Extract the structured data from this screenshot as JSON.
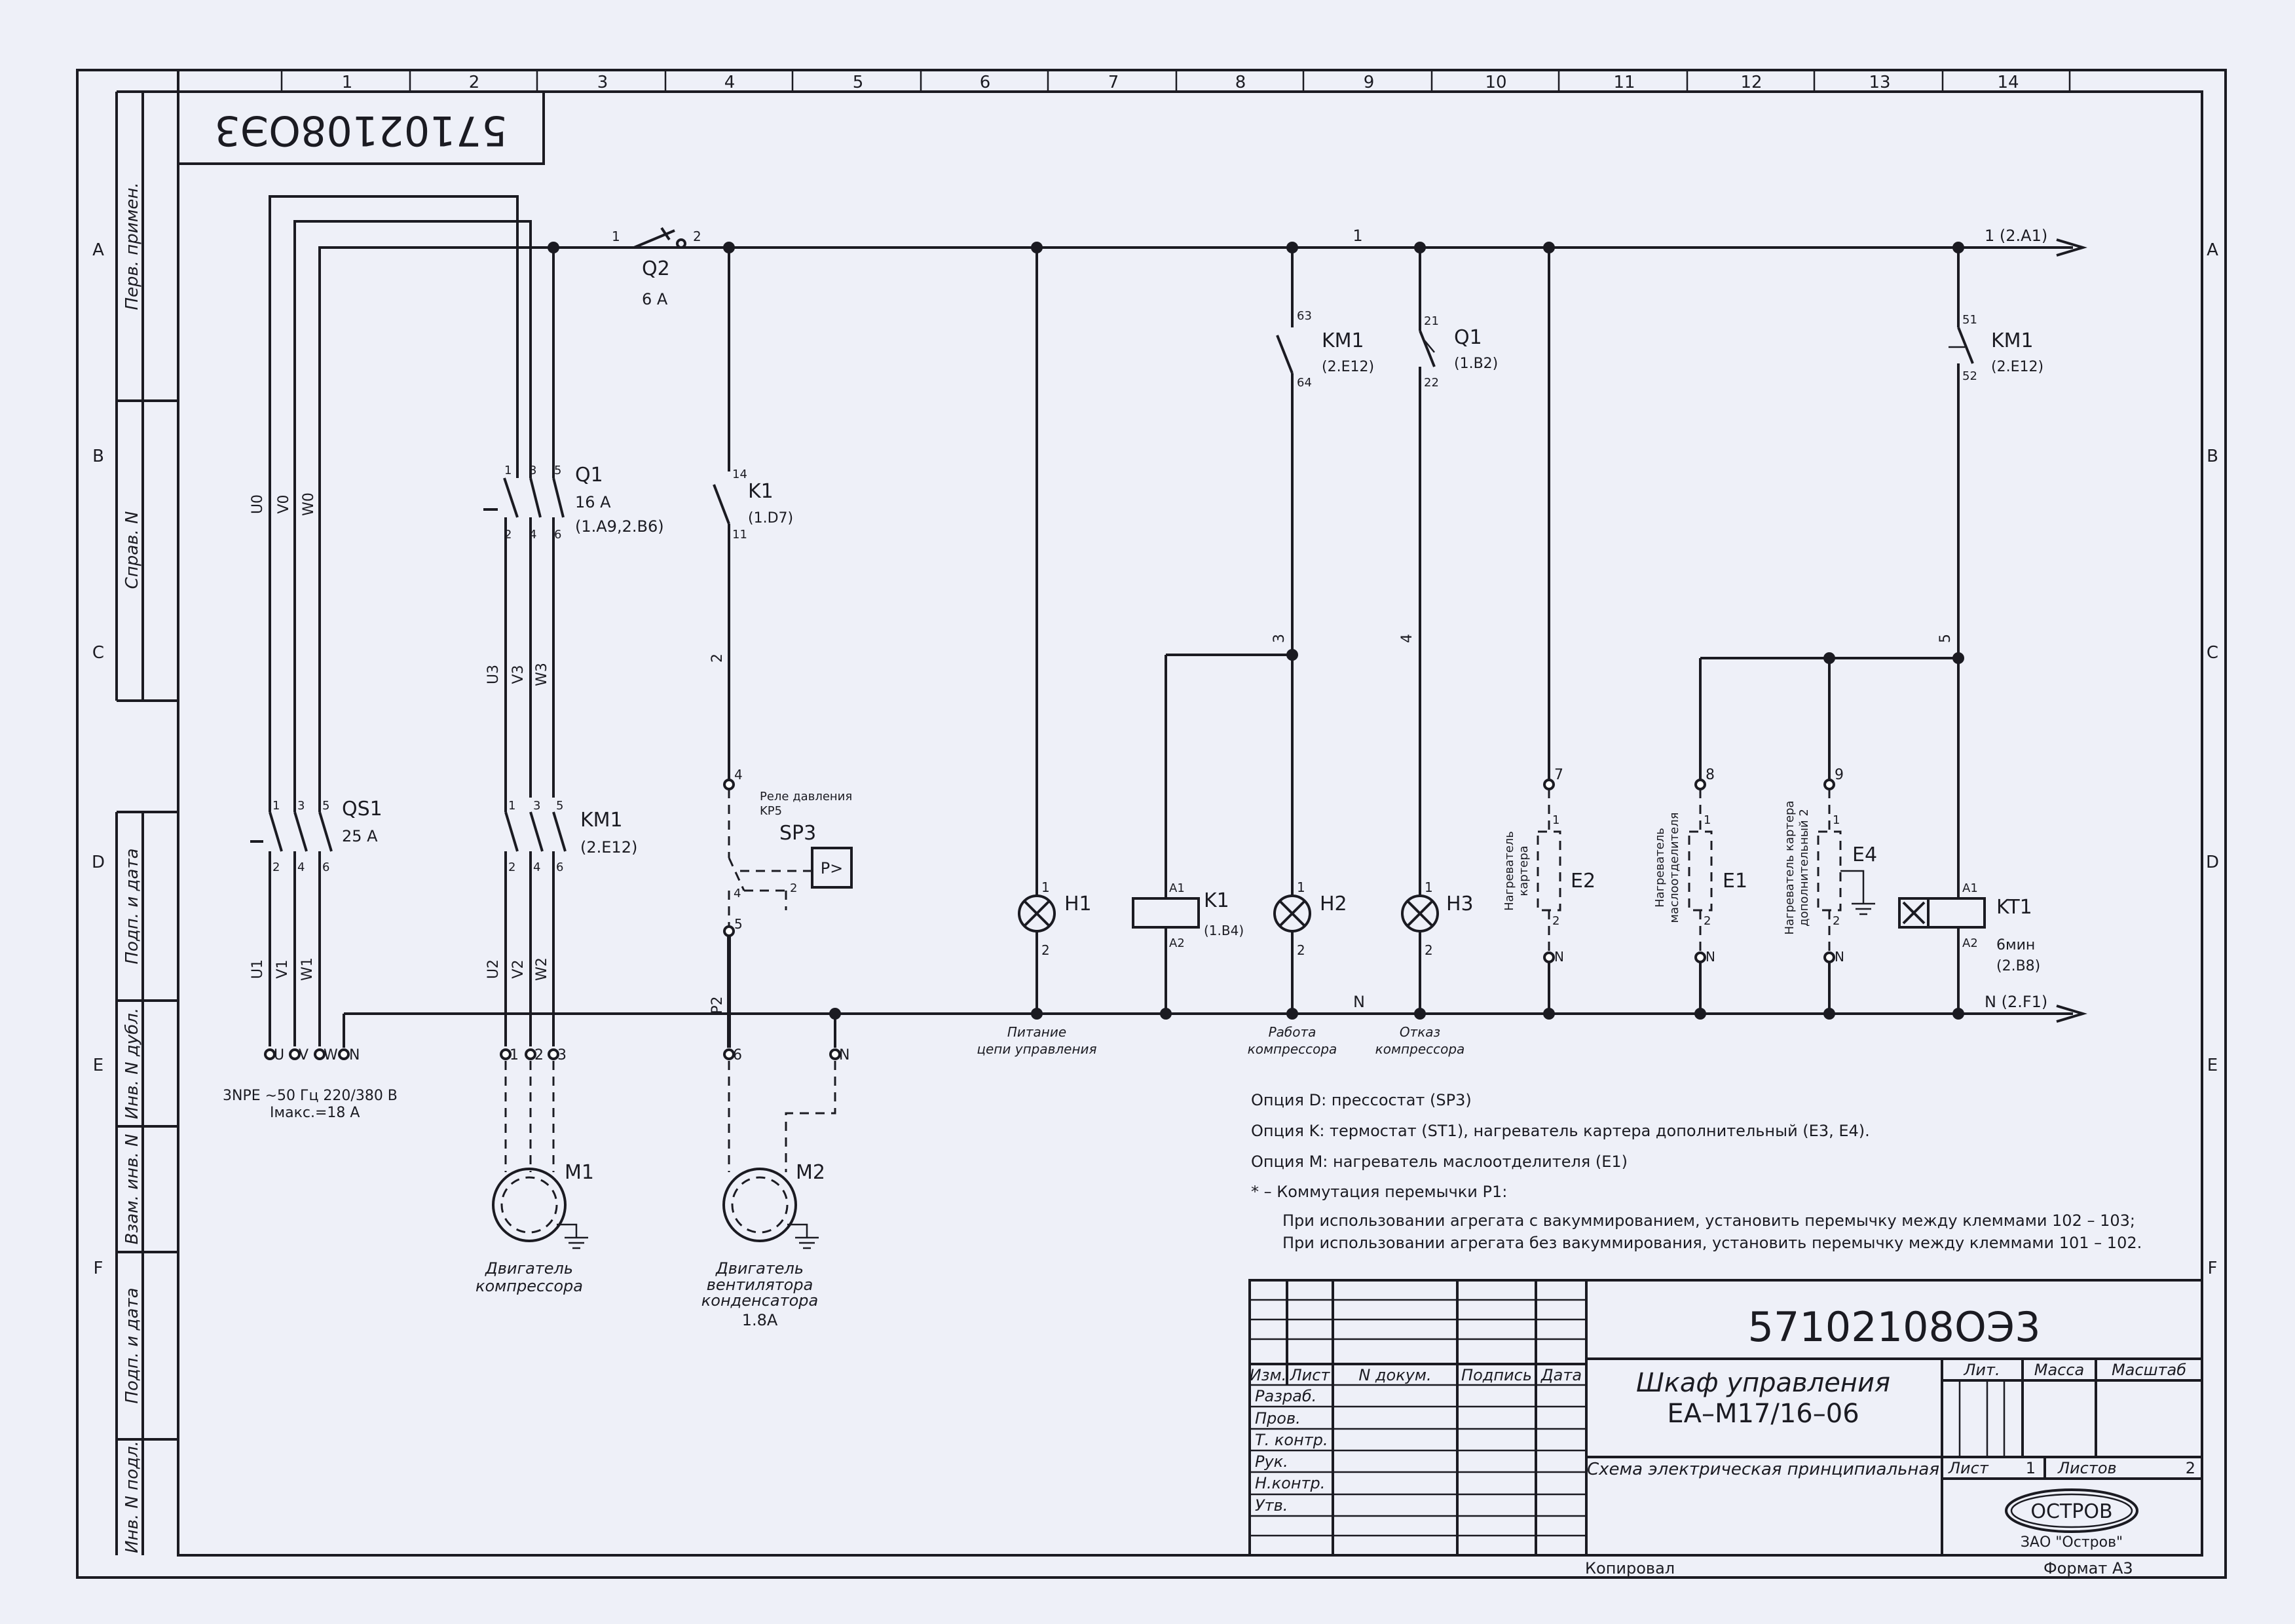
{
  "doc_number": "57102108ОЭ3",
  "grid": {
    "columns": [
      "1",
      "2",
      "3",
      "4",
      "5",
      "6",
      "7",
      "8",
      "9",
      "10",
      "11",
      "12",
      "13",
      "14"
    ],
    "rows": [
      "A",
      "B",
      "C",
      "D",
      "E",
      "F"
    ]
  },
  "margin_stamp": {
    "perv_primen": "Перв. примен.",
    "sprav_n": "Справ. N",
    "podp_data_1": "Подп. и дата",
    "inv_n_dubl": "Инв. N дубл.",
    "vzam_inv_n": "Взам. инв. N",
    "podp_data_2": "Подп. и дата",
    "inv_n_podl": "Инв. N подл."
  },
  "wires": {
    "u0": "U0",
    "v0": "V0",
    "w0": "W0",
    "u1": "U1",
    "v1": "V1",
    "w1": "W1",
    "u2": "U2",
    "v2": "V2",
    "w2": "W2",
    "u3": "U3",
    "v3": "V3",
    "w3": "W3",
    "p2": "P2",
    "n1": "1",
    "n2": "2",
    "n3": "3",
    "n4": "4",
    "n5": "5",
    "n7": "7",
    "n8": "8",
    "n9": "9",
    "nN": "N",
    "bus1_out": "1 (2.A1)",
    "busN_out": "N (2.F1)"
  },
  "pins": {
    "p1": "1",
    "p2": "2",
    "p3": "3",
    "p4": "4",
    "p5": "5",
    "p6": "6",
    "p11": "11",
    "p14": "14",
    "p21": "21",
    "p22": "22",
    "p51": "51",
    "p52": "52",
    "p63": "63",
    "p64": "64",
    "a1": "A1",
    "a2": "A2",
    "pN": "N",
    "tU": "U",
    "tV": "V",
    "tW": "W",
    "tN": "N"
  },
  "components": {
    "q2": {
      "name": "Q2",
      "rating": "6 A"
    },
    "q1": {
      "name": "Q1",
      "rating": "16 A",
      "ref": "(1.A9,2.B6)"
    },
    "k1_contact": {
      "name": "K1",
      "ref": "(1.D7)"
    },
    "km1_top": {
      "name": "KM1",
      "ref": "(2.E12)"
    },
    "q1_aux": {
      "name": "Q1",
      "ref": "(1.B2)"
    },
    "km1_right": {
      "name": "KM1",
      "ref": "(2.E12)"
    },
    "qs1": {
      "name": "QS1",
      "rating": "25 A"
    },
    "km1_power": {
      "name": "KM1",
      "ref": "(2.E12)"
    },
    "sp3": {
      "name": "SP3",
      "title": "Реле давления",
      "sub": "KP5",
      "box": "P>"
    },
    "h1": {
      "name": "H1",
      "caption_1": "Питание",
      "caption_2": "цепи управления"
    },
    "k1_coil": {
      "name": "K1",
      "ref": "(1.B4)"
    },
    "h2": {
      "name": "H2",
      "caption_1": "Работа",
      "caption_2": "компрессора"
    },
    "h3": {
      "name": "H3",
      "caption_1": "Отказ",
      "caption_2": "компрессора"
    },
    "e2": {
      "name": "E2",
      "label_1": "Нагреватель",
      "label_2": "картера"
    },
    "e1": {
      "name": "E1",
      "label_1": "Нагреватель",
      "label_2": "маслоотделителя"
    },
    "e4": {
      "name": "E4",
      "label_1": "Нагреватель картера",
      "label_2": "дополнительный 2"
    },
    "kt1": {
      "name": "KT1",
      "time": "6мин",
      "ref": "(2.B8)"
    },
    "m1": {
      "name": "M1",
      "caption_1": "Двигатель",
      "caption_2": "компрессора"
    },
    "m2": {
      "name": "M2",
      "caption_1": "Двигатель",
      "caption_2": "вентилятора",
      "caption_3": "конденсатора",
      "caption_4": "1.8A"
    }
  },
  "supply": {
    "line_1": "3NPE ∼50 Гц 220/380 В",
    "line_2": "Iмакс.=18 A"
  },
  "notes": [
    "Опция D: прессостат (SP3)",
    "Опция K: термостат (ST1), нагреватель картера дополнительный (E3, E4).",
    "Опция M: нагреватель маслоотделителя (E1)",
    "* – Коммутация перемычки P1:",
    "При использовании агрегата с вакуммированием, установить перемычку между клеммами 102 – 103;",
    "При использовании агрегата без вакуммирования, установить перемычку между клеммами 101 – 102."
  ],
  "title_block": {
    "doc_number": "57102108ОЭ3",
    "title_1": "Шкаф управления",
    "title_2": "EA–M17/16–06",
    "doc_type": "Схема электрическая принципиальная",
    "hdr_izm": "Изм.",
    "hdr_list": "Лист",
    "hdr_n_dokum": "N  докум.",
    "hdr_podpis": "Подпись",
    "hdr_data": "Дата",
    "razrab": "Разраб.",
    "prov": "Пров.",
    "t_kontr": "Т. контр.",
    "ruk": "Рук.",
    "n_kontr": "Н.контр.",
    "utv": "Утв.",
    "lit": "Лит.",
    "massa": "Масса",
    "masshtab": "Масштаб",
    "list_label": "Лист",
    "list_value": "1",
    "listov_label": "Листов",
    "listov_value": "2",
    "logo": "ОСТРОВ",
    "company": "ЗАО \"Остров\"",
    "kopiroval": "Копировал",
    "format": "Формат А3"
  }
}
